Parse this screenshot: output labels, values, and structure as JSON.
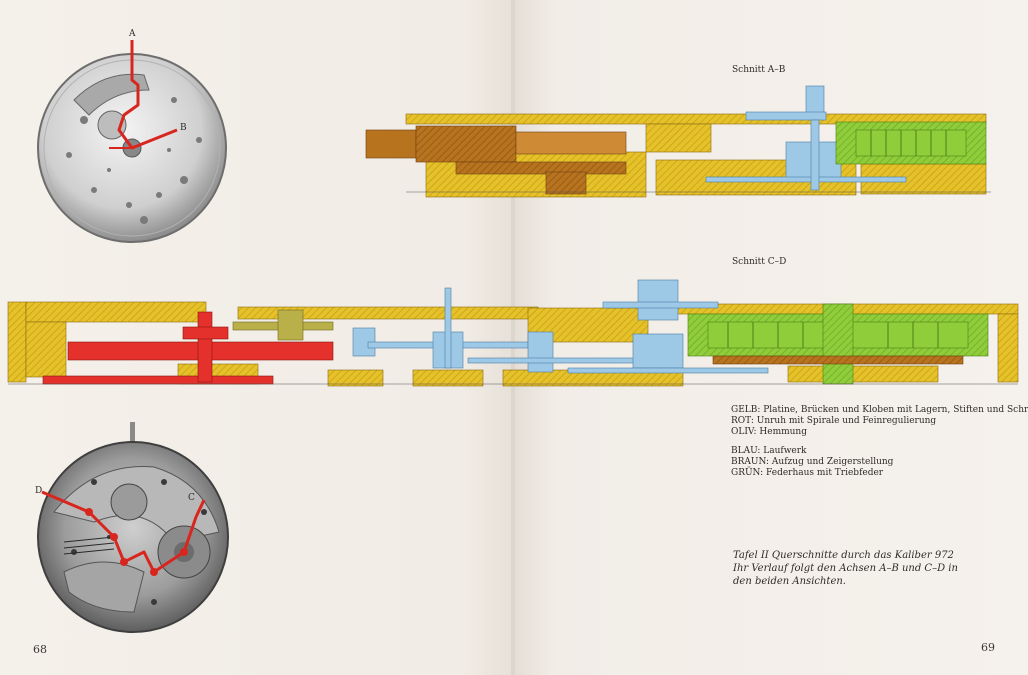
{
  "pages": {
    "left_number": "68",
    "right_number": "69"
  },
  "sections": {
    "ab_title": "Schnitt A–B",
    "cd_title": "Schnitt C–D"
  },
  "markers": {
    "a": "A",
    "b": "B",
    "c": "C",
    "d": "D"
  },
  "legend": [
    "GELB: Platine, Brücken und Kloben mit Lagern, Stiften und Schrauben",
    "ROT: Unruh mit Spirale und Feinregulierung",
    "OLIV: Hemmung",
    "BLAU: Laufwerk",
    "BRAUN: Aufzug und Zeigerstellung",
    "GRÜN: Federhaus mit Triebfeder"
  ],
  "caption": {
    "line1": "Tafel II   Querschnitte durch das Kaliber 972",
    "line2": "Ihr Verlauf folgt den Achsen A–B und C–D in den beiden Ansichten."
  },
  "colors": {
    "yellow": "#e6c22a",
    "red": "#e5312b",
    "olive": "#b9b04a",
    "blue": "#9ec9e6",
    "brown": "#b8731f",
    "green": "#8fce3a",
    "axis": "#d8261e"
  }
}
